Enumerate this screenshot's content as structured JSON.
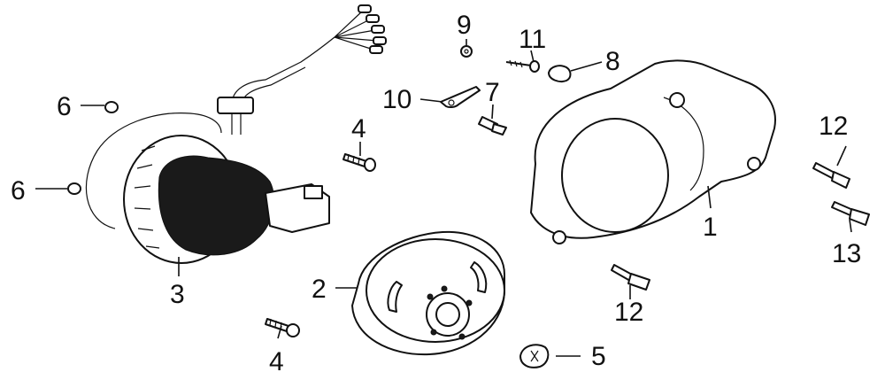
{
  "callouts": {
    "c1": "1",
    "c2": "2",
    "c3": "3",
    "c4a": "4",
    "c4b": "4",
    "c5": "5",
    "c6a": "6",
    "c6b": "6",
    "c7": "7",
    "c8": "8",
    "c9": "9",
    "c10": "10",
    "c11": "11",
    "c12a": "12",
    "c12b": "12",
    "c13": "13"
  }
}
